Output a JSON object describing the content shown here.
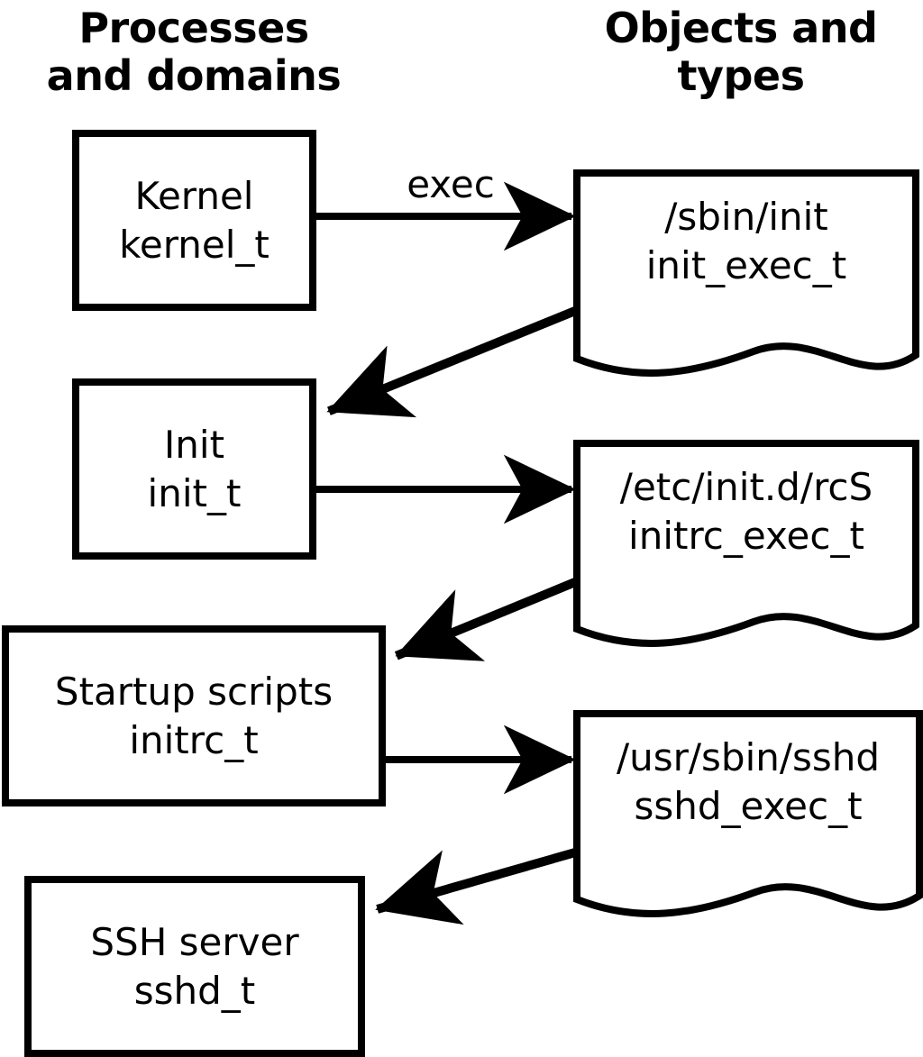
{
  "diagram": {
    "title_left": "Processes\nand domains",
    "title_right": "Objects and\ntypes",
    "stroke_color": "#000000",
    "background_color": "#ffffff"
  },
  "columns": {
    "left_header": "Processes\nand domains",
    "right_header": "Objects and\ntypes"
  },
  "process_nodes": [
    {
      "id": "kernel",
      "name": "Kernel",
      "type": "kernel_t",
      "label": "Kernel\nkernel_t"
    },
    {
      "id": "init",
      "name": "Init",
      "type": "init_t",
      "label": "Init\ninit_t"
    },
    {
      "id": "initrc",
      "name": "Startup scripts",
      "type": "initrc_t",
      "label": "Startup scripts\ninitrc_t"
    },
    {
      "id": "sshd",
      "name": "SSH server",
      "type": "sshd_t",
      "label": "SSH server\nsshd_t"
    }
  ],
  "object_nodes": [
    {
      "id": "init_exec",
      "path": "/sbin/init",
      "type": "init_exec_t",
      "label": "/sbin/init\ninit_exec_t"
    },
    {
      "id": "initrc_exec",
      "path": "/etc/init.d/rcS",
      "type": "initrc_exec_t",
      "label": "/etc/init.d/rcS\ninitrc_exec_t"
    },
    {
      "id": "sshd_exec",
      "path": "/usr/sbin/sshd",
      "type": "sshd_exec_t",
      "label": "/usr/sbin/sshd\nsshd_exec_t"
    }
  ],
  "edges": [
    {
      "id": "e1",
      "from": "kernel",
      "to": "init_exec",
      "style": "solid",
      "label": "exec"
    },
    {
      "id": "e2",
      "from": "init_exec",
      "to": "init",
      "style": "dotted",
      "label": ""
    },
    {
      "id": "e3",
      "from": "init",
      "to": "initrc_exec",
      "style": "solid",
      "label": ""
    },
    {
      "id": "e4",
      "from": "initrc_exec",
      "to": "initrc",
      "style": "dotted",
      "label": ""
    },
    {
      "id": "e5",
      "from": "initrc",
      "to": "sshd_exec",
      "style": "solid",
      "label": ""
    },
    {
      "id": "e6",
      "from": "sshd_exec",
      "to": "sshd",
      "style": "dotted",
      "label": ""
    }
  ],
  "edge_labels": {
    "exec": "exec"
  }
}
